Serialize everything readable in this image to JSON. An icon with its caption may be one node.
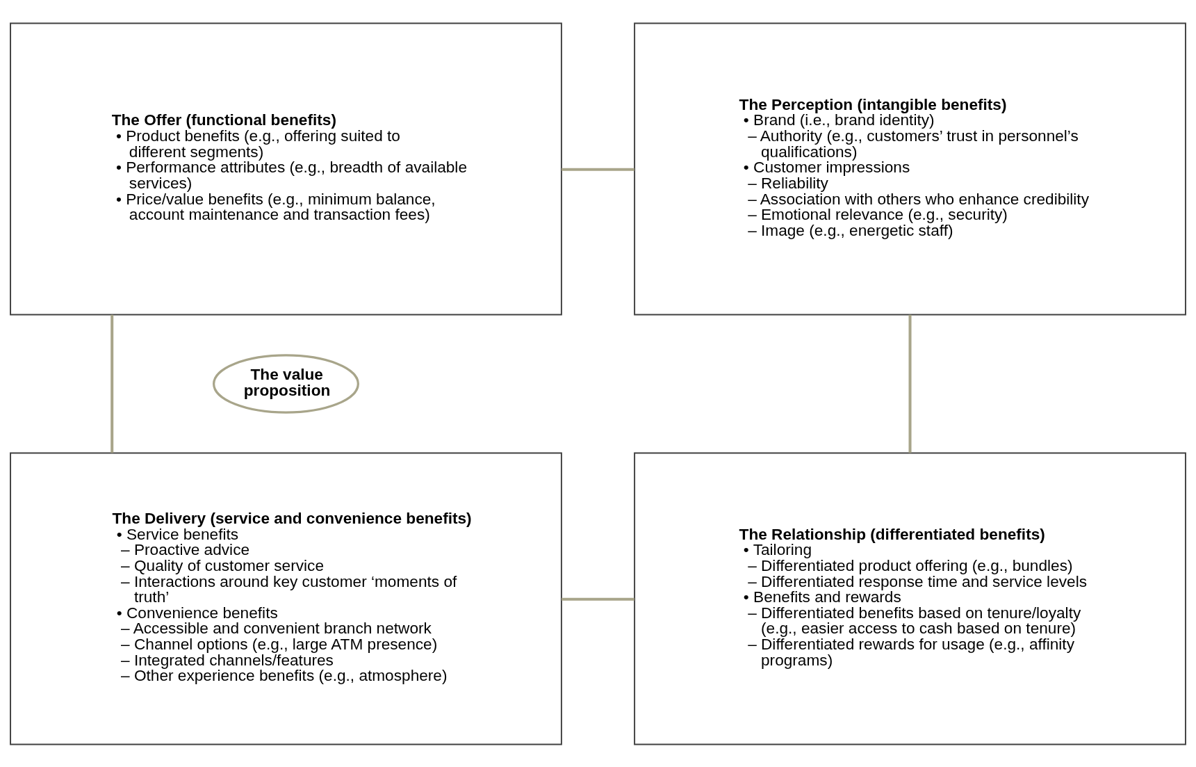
{
  "diagram": {
    "nodes": [
      {
        "text": [
          "The Offer (functional benefits)",
          "• Product benefits (e.g., offering suited to different segments)",
          "• Performance attributes (e.g., breadth of available services)",
          "• Price/value benefits (e.g., minimum balance, account maintenance and transaction fees)"
        ]
      },
      {
        "text": [
          "The Perception (intangible benefits)",
          "• Brand (i.e., brand identity)",
          "– Authority (e.g., customers’ trust in personnel’s qualifications)",
          "• Customer impressions",
          "– Reliability",
          "– Association with others who enhance credibility",
          "– Emotional relevance (e.g., security)",
          "– Image (e.g., energetic staff)"
        ]
      },
      {
        "text": [
          "The value proposition"
        ]
      },
      {
        "text": [
          "The Delivery (service and convenience benefits)",
          "• Service benefits",
          "– Proactive advice",
          "– Quality of customer service",
          "– Interactions around key customer ‘moments of truth’",
          "• Convenience benefits",
          "– Accessible and convenient branch network",
          "– Channel options (e.g., large ATM presence)",
          "– Integrated channels/features",
          "– Other experience benefits (e.g., atmosphere)"
        ]
      },
      {
        "text": [
          "The Relationship (differentiated benefits)",
          "• Tailoring",
          "– Differentiated product offering (e.g., bundles)",
          "– Differentiated response time and service levels",
          "• Benefits and rewards",
          "– Differentiated benefits based on tenure/loyalty (e.g., easier access to cash based on tenure)",
          "– Differentiated rewards for usage (e.g., affinity programs)"
        ]
      }
    ],
    "edges": [
      {
        "from": 0,
        "to": 1,
        "arrow": "none"
      },
      {
        "from": 0,
        "to": 3,
        "arrow": "none"
      },
      {
        "from": 1,
        "to": 4,
        "arrow": "none"
      },
      {
        "from": 3,
        "to": 4,
        "arrow": "none"
      }
    ]
  }
}
